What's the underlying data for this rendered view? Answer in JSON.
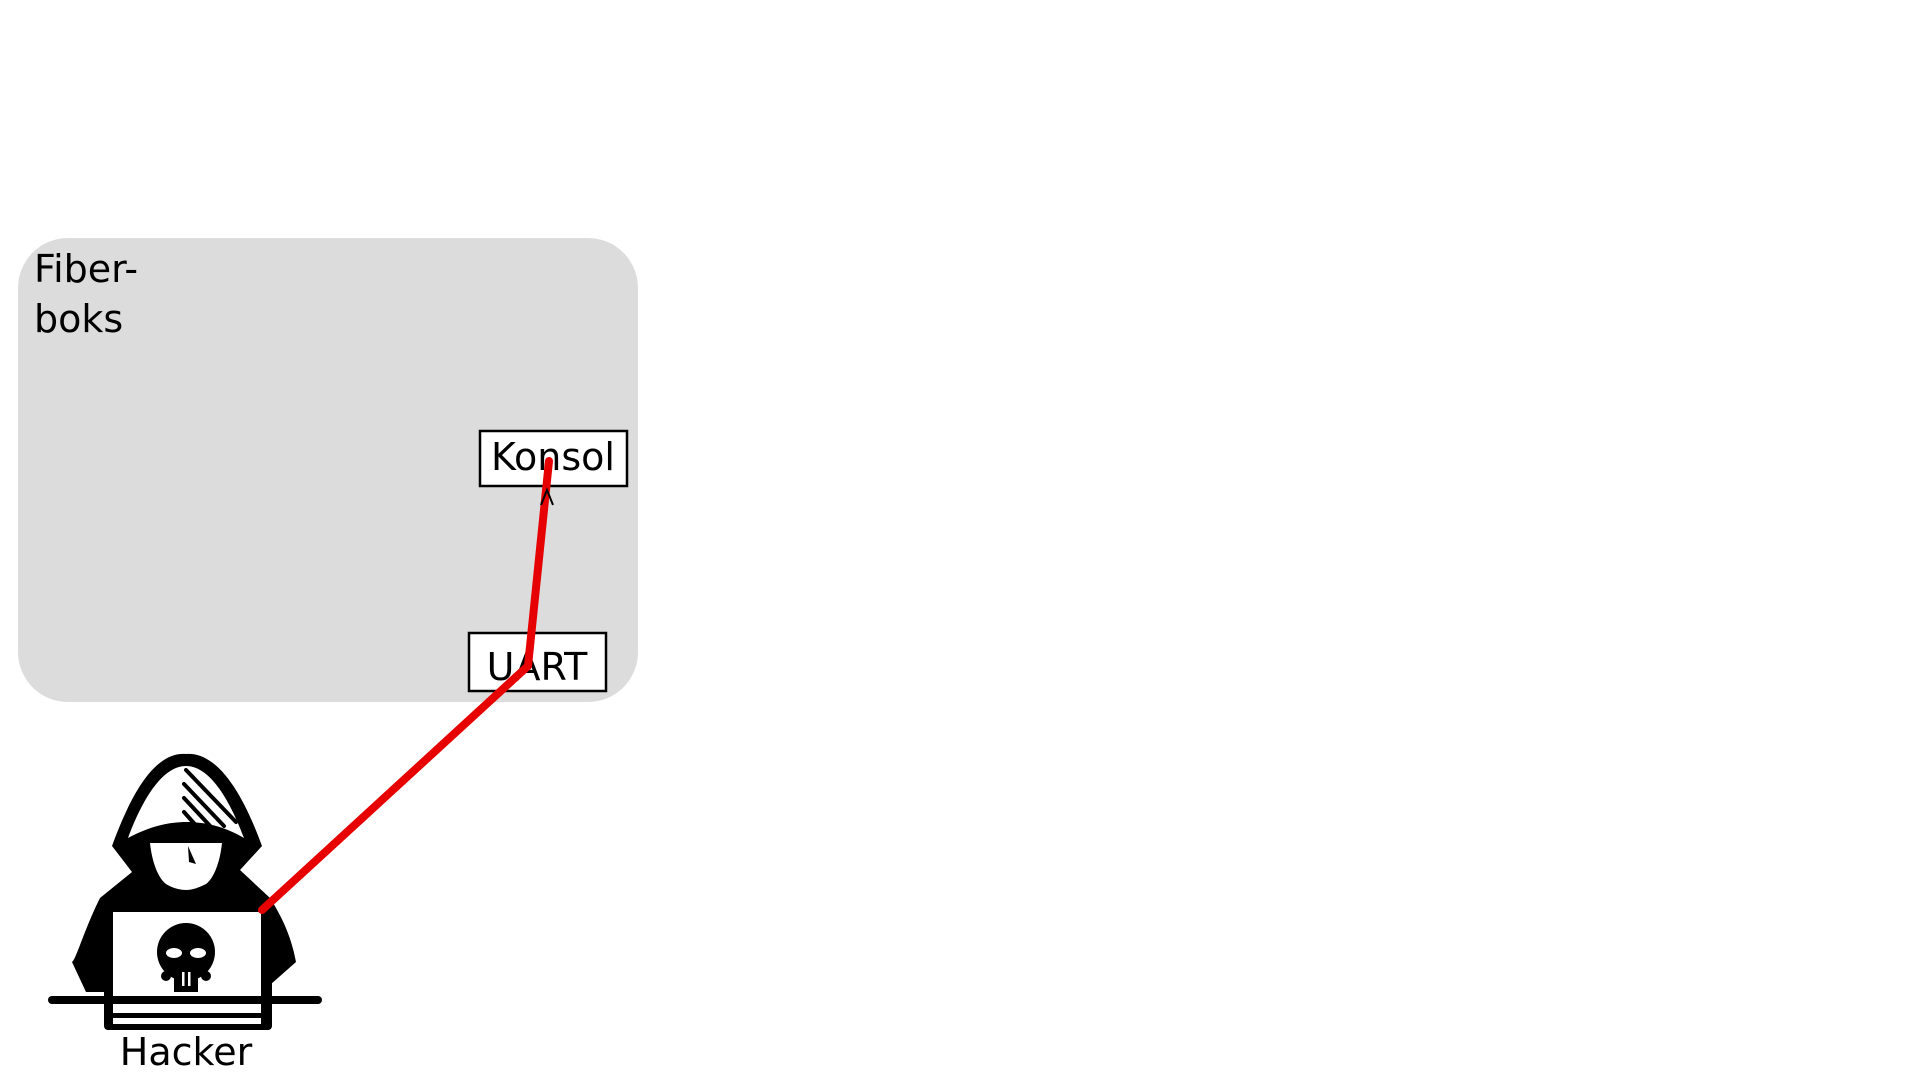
{
  "group": {
    "title_line1": "Fiber-",
    "title_line2": "boks",
    "fill": "#dcdcdc"
  },
  "nodes": {
    "console": "Konsol",
    "uart": "UART"
  },
  "actor": {
    "label": "Hacker",
    "icon": "hacker-hoodie-laptop-skull-icon"
  },
  "attack_path": {
    "color": "#e60000"
  }
}
